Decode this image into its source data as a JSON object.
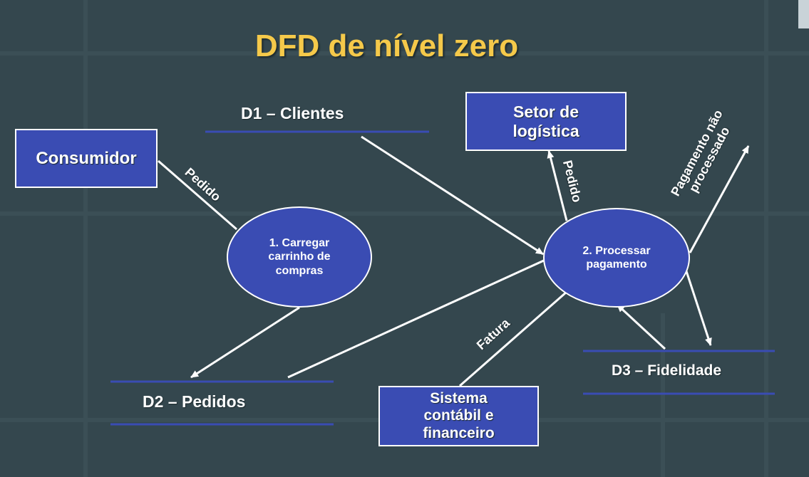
{
  "title": "DFD de nível zero",
  "external_entities": {
    "consumidor": "Consumidor",
    "setor_logistica": [
      "Setor de",
      "logística"
    ],
    "sistema_contabil": [
      "Sistema",
      "contábil e",
      "financeiro"
    ]
  },
  "processes": {
    "p1": [
      "1. Carregar",
      "carrinho de",
      "compras"
    ],
    "p2": [
      "2. Processar",
      "pagamento"
    ]
  },
  "data_stores": {
    "d1": "D1 – Clientes",
    "d2": "D2 – Pedidos",
    "d3": "D3 – Fidelidade"
  },
  "flows": {
    "pedido_consumidor": "Pedido",
    "pedido_logistica": "Pedido",
    "fatura": "Fatura",
    "pagamento_nao_processado": [
      "Pagamento não",
      "processado"
    ]
  },
  "colors": {
    "background": "#34474e",
    "title": "#f5c94a",
    "box_fill": "#3a4cb3",
    "store_line": "#3a4cb3",
    "arrow": "#ffffff"
  }
}
